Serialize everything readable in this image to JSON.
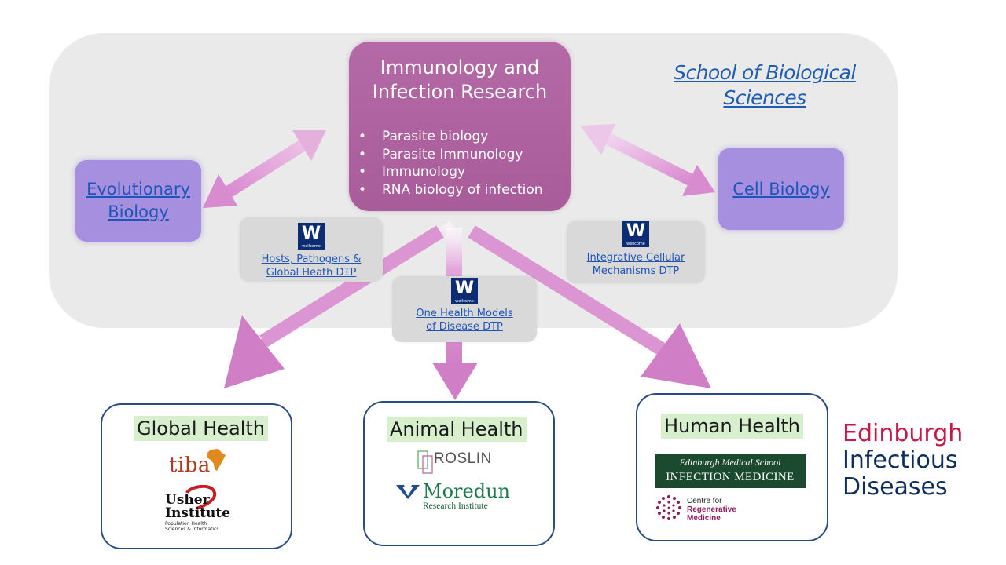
{
  "school": {
    "title_line1": "School of Biological",
    "title_line2": "Sciences"
  },
  "central": {
    "title_line1": "Immunology and",
    "title_line2": "Infection Research",
    "topics": [
      "Parasite biology",
      "Parasite Immunology",
      "Immunology",
      "RNA biology of infection"
    ]
  },
  "side_links": {
    "evolutionary_line1": "Evolutionary",
    "evolutionary_line2": "Biology",
    "cell_biology": "Cell Biology"
  },
  "dtps": [
    {
      "line1": "Hosts, Pathogens &",
      "line2": "Global Heath DTP"
    },
    {
      "line1": "Integrative Cellular",
      "line2": "Mechanisms DTP"
    },
    {
      "line1": "One Health Models",
      "line2": "of Disease DTP"
    }
  ],
  "wellcome_logo": {
    "letter": "W",
    "word": "wellcome"
  },
  "health": {
    "global": {
      "label": "Global Health",
      "logos": {
        "tiba": "tiba",
        "usher_line1": "Usher",
        "usher_line2": "Institute",
        "usher_sub1": "Population Health",
        "usher_sub2": "Sciences & Informatics"
      }
    },
    "animal": {
      "label": "Animal Health",
      "logos": {
        "roslin": "ROSLIN",
        "moredun": "Moredun",
        "moredun_sub": "Research Institute"
      }
    },
    "human": {
      "label": "Human Health",
      "logos": {
        "ems_line1": "Edinburgh Medical School",
        "ems_line2": "INFECTION MEDICINE",
        "crm_line1": "Centre for",
        "crm_line2": "Regenerative",
        "crm_line3": "Medicine"
      }
    }
  },
  "eid": {
    "line1": "Edinburgh",
    "line2": "Infectious",
    "line3": "Diseases"
  },
  "colors": {
    "arrow": "#d98bd0",
    "central_box": "#ac609e",
    "side_box": "#a58fde",
    "link": "#1f55b8",
    "health_border": "#2a4a82",
    "health_label_bg": "#d7efcc",
    "eid_red": "#c8184a",
    "eid_navy": "#0c2d5e"
  }
}
